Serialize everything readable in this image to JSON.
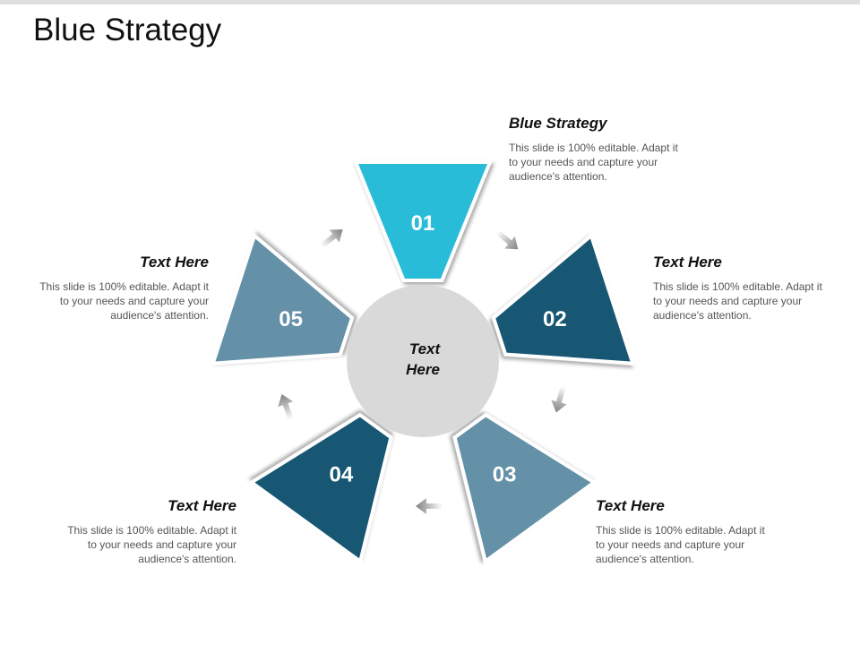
{
  "title": "Blue Strategy",
  "center": {
    "line1": "Text",
    "line2": "Here"
  },
  "segments": [
    {
      "number": "01",
      "color": "#29bcd8"
    },
    {
      "number": "02",
      "color": "#175773"
    },
    {
      "number": "03",
      "color": "#6591a8"
    },
    {
      "number": "04",
      "color": "#175773"
    },
    {
      "number": "05",
      "color": "#6591a8"
    }
  ],
  "callouts": [
    {
      "heading": "Blue Strategy",
      "body": "This slide is 100% editable. Adapt it to your needs and capture your audience's attention."
    },
    {
      "heading": "Text Here",
      "body": "This slide is 100% editable. Adapt it to your needs and capture your audience's attention."
    },
    {
      "heading": "Text Here",
      "body": "This slide is 100% editable. Adapt it to your needs and capture your audience's attention."
    },
    {
      "heading": "Text Here",
      "body": "This slide is 100% editable. Adapt it to your needs and capture your audience's attention."
    },
    {
      "heading": "Text Here",
      "body": "This slide is 100% editable. Adapt it to your needs and capture your audience's attention."
    }
  ],
  "colors": {
    "center_fill": "#d9d9d9",
    "arrow": "#8c8c8c",
    "top_bar": "#dedede"
  }
}
